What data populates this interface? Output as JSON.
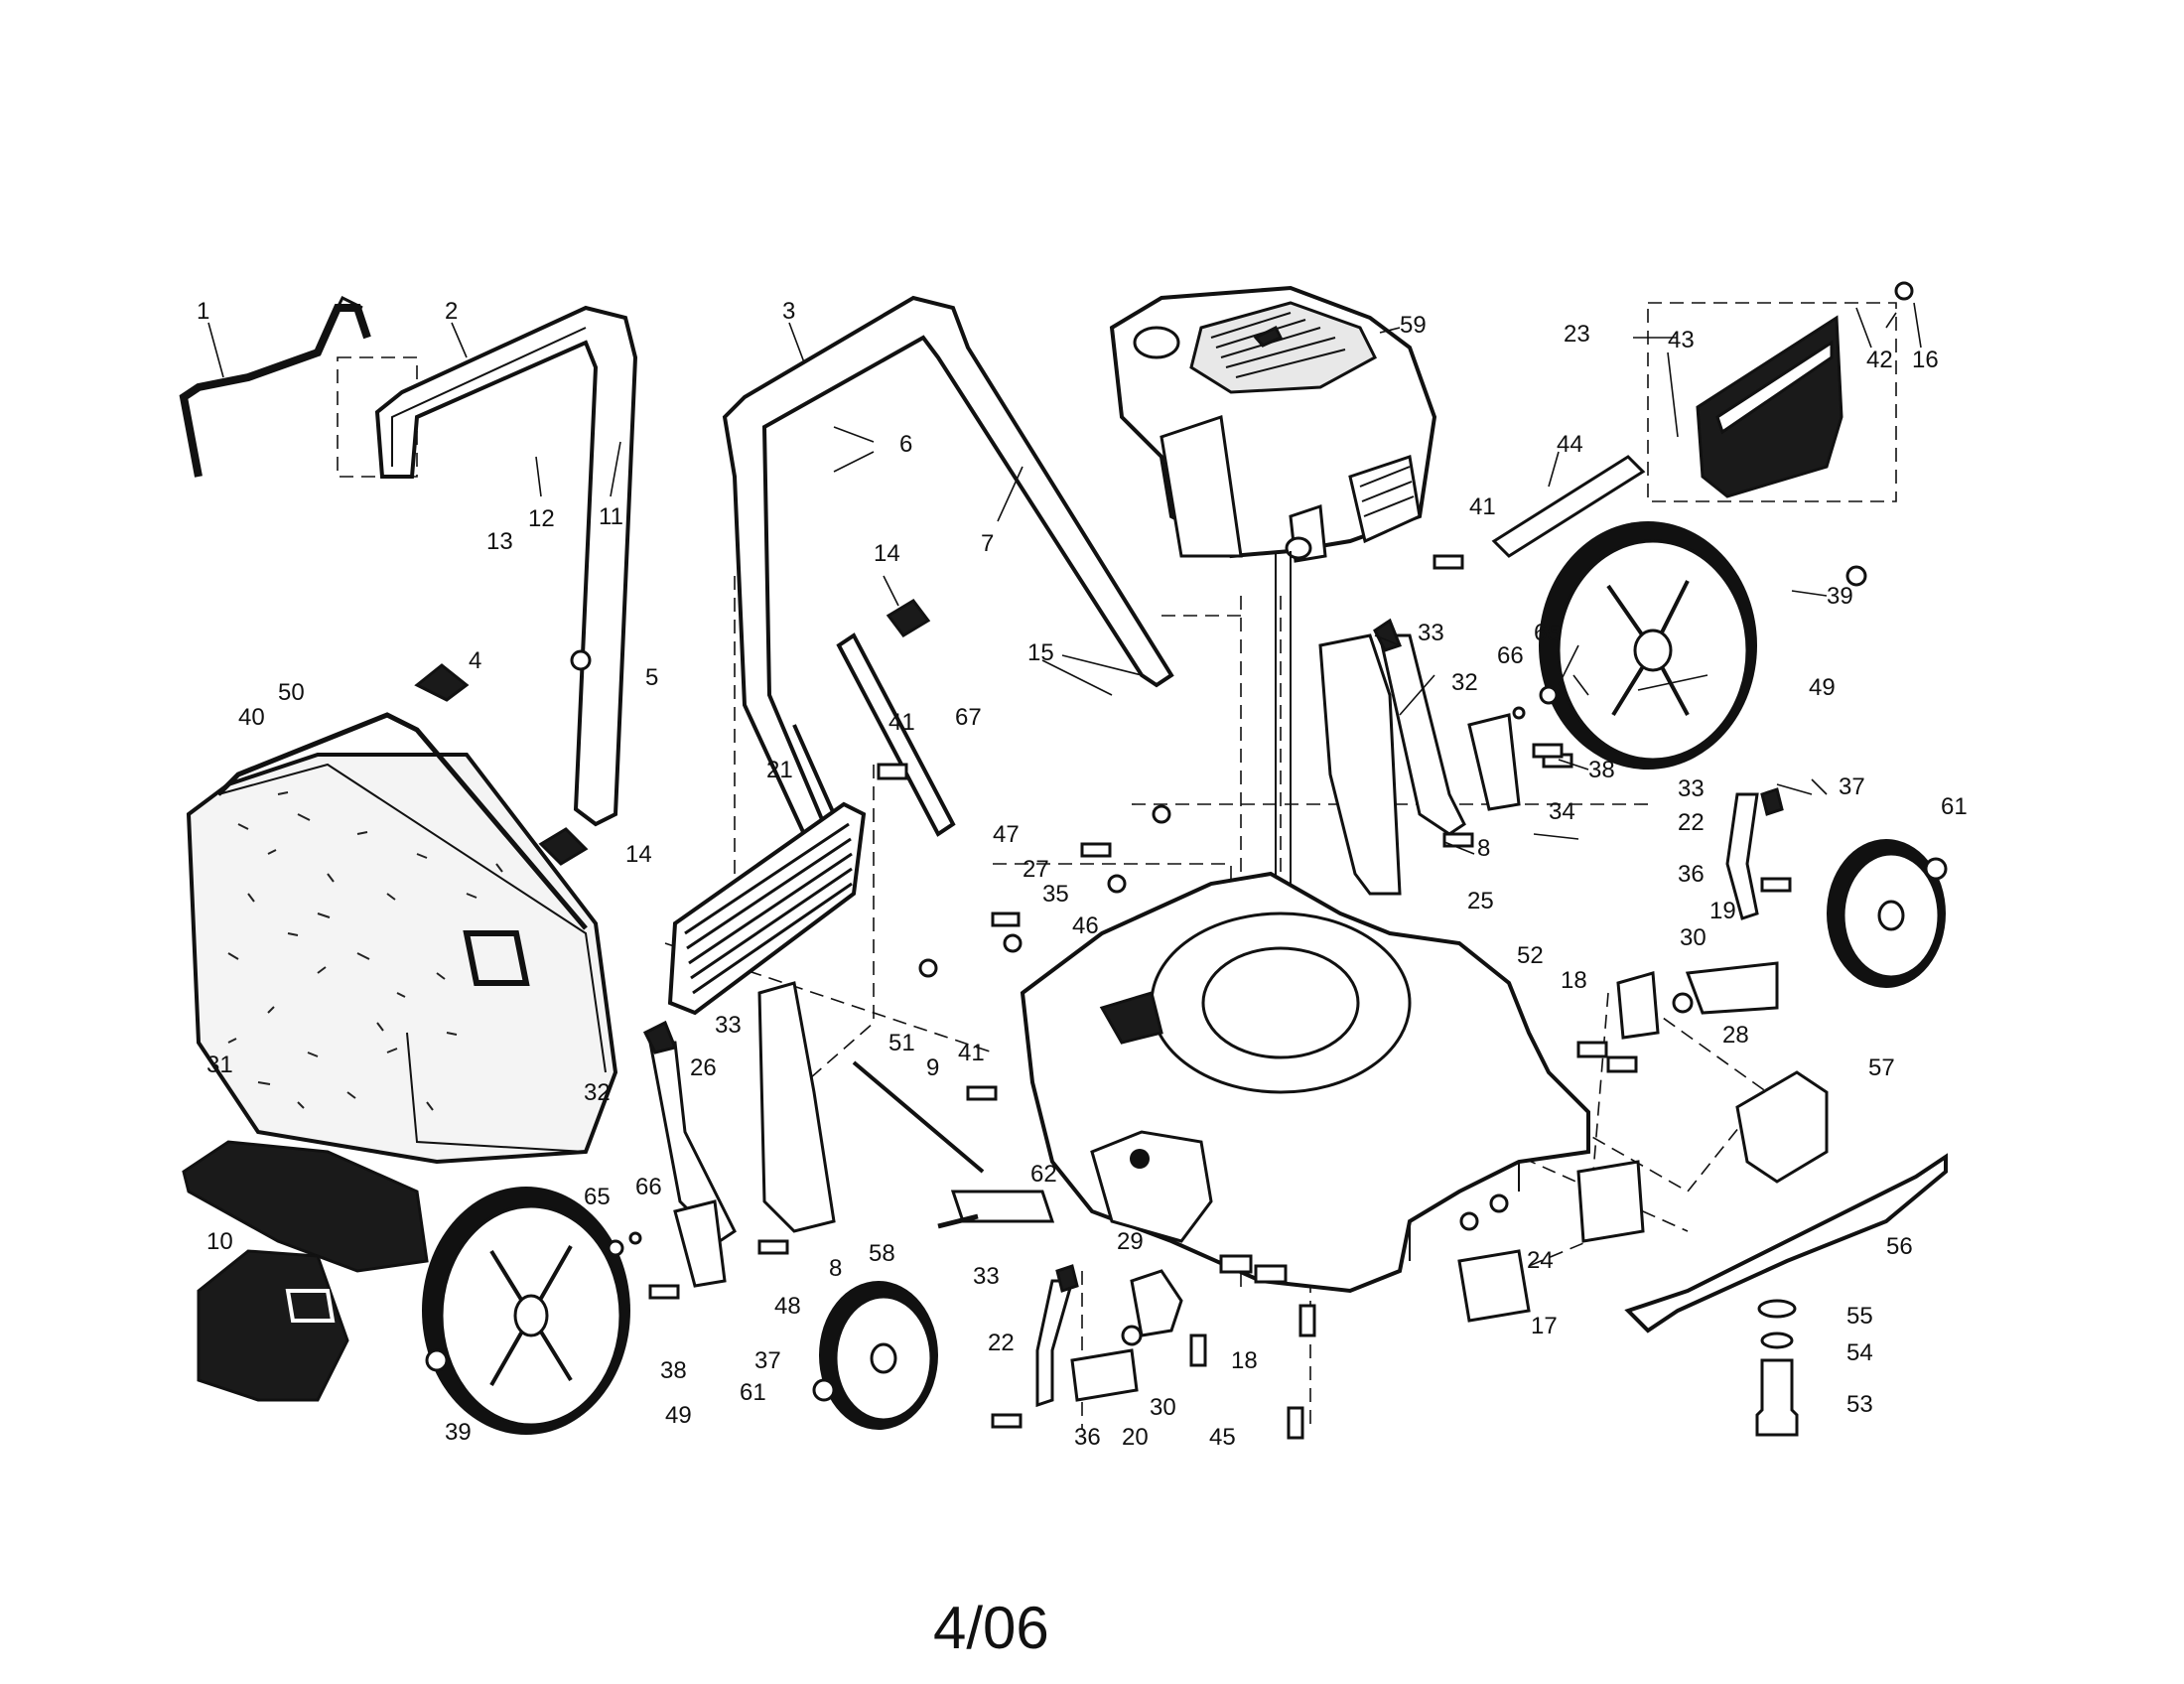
{
  "diagram_date": "4/06",
  "callouts": [
    "1",
    "2",
    "3",
    "4",
    "5",
    "6",
    "7",
    "8",
    "9",
    "10",
    "11",
    "12",
    "13",
    "14",
    "15",
    "16",
    "17",
    "18",
    "19",
    "20",
    "21",
    "22",
    "23",
    "24",
    "25",
    "26",
    "27",
    "28",
    "29",
    "30",
    "31",
    "32",
    "33",
    "34",
    "35",
    "36",
    "37",
    "38",
    "39",
    "40",
    "41",
    "42",
    "43",
    "44",
    "45",
    "46",
    "47",
    "48",
    "49",
    "50",
    "51",
    "52",
    "53",
    "54",
    "55",
    "56",
    "57",
    "58",
    "59",
    "61",
    "62",
    "65",
    "66",
    "67"
  ]
}
